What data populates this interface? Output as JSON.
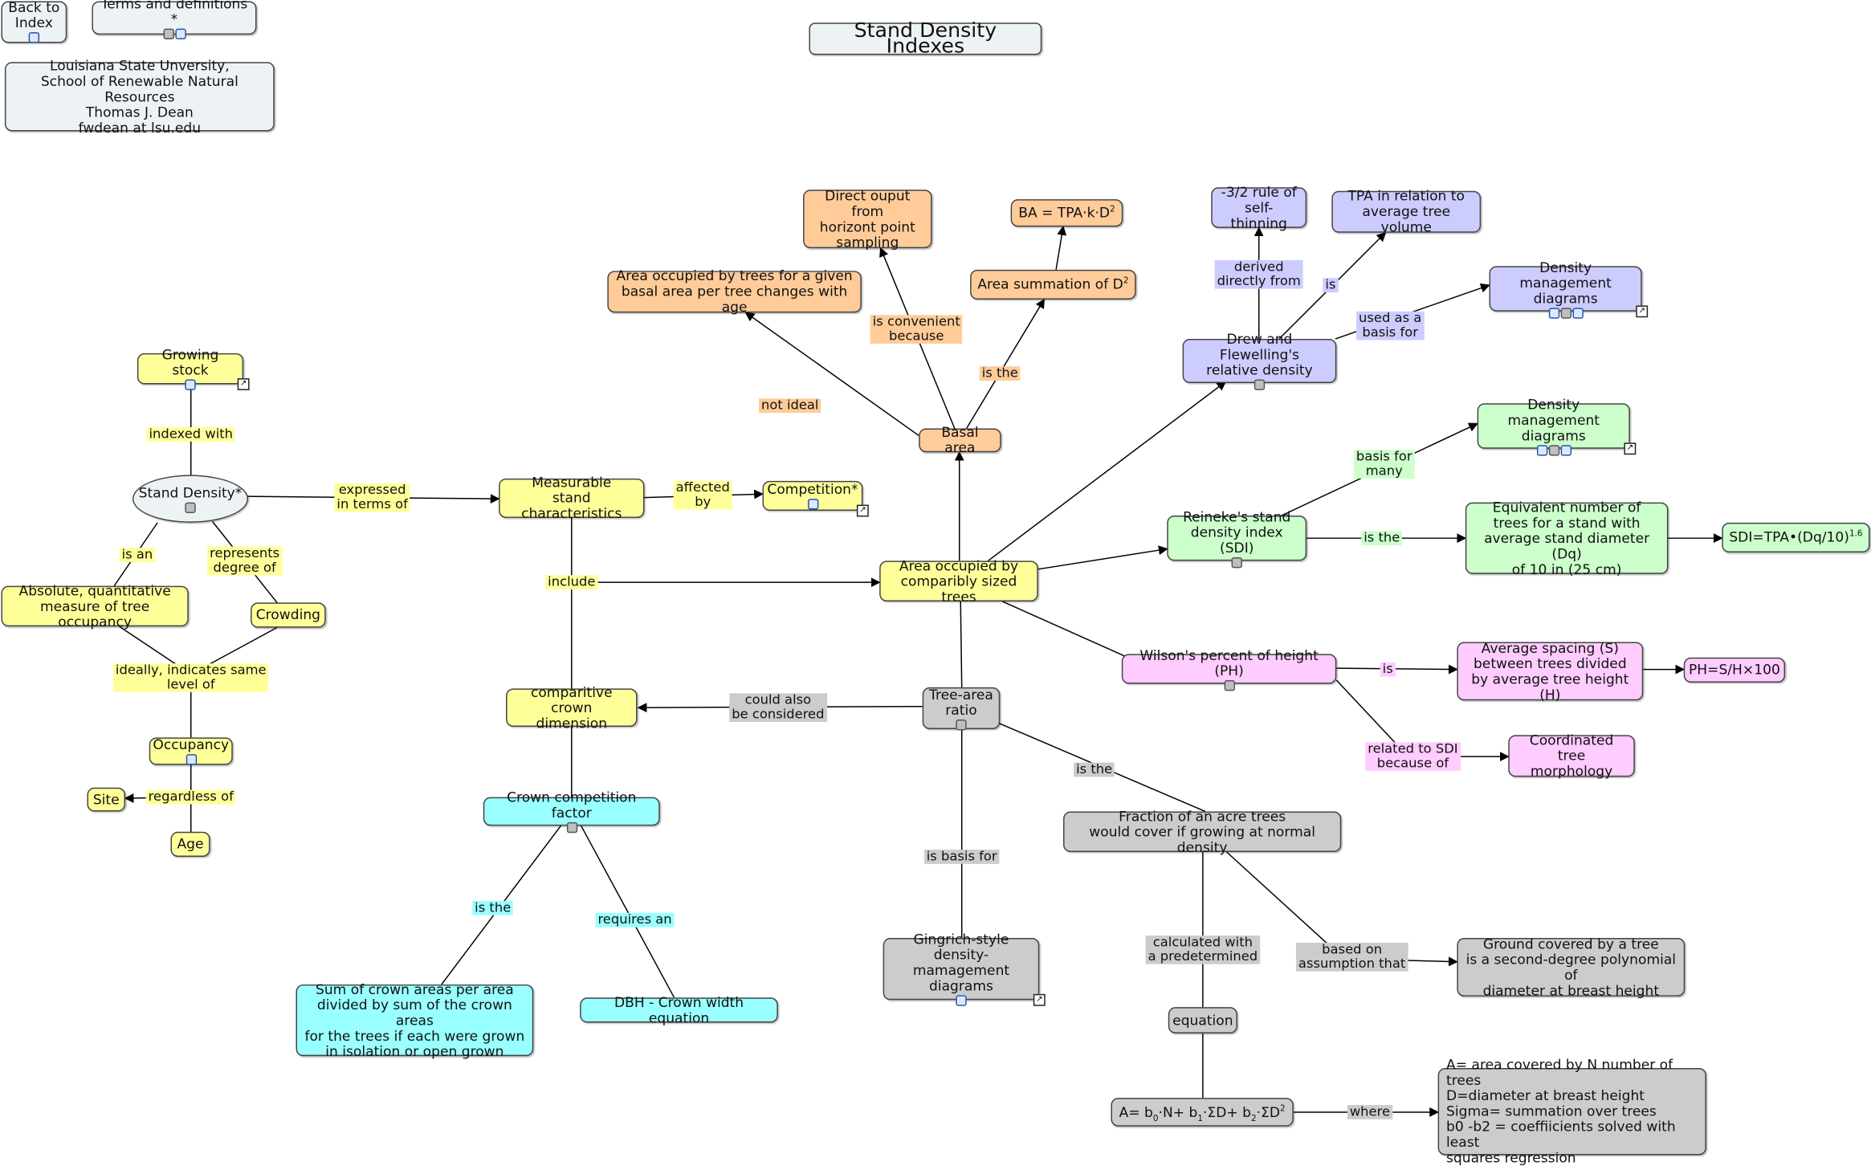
{
  "title": "Stand Density Indexes",
  "header": {
    "back": "Back to\nIndex",
    "terms": "Terms and definitions *",
    "author": "Louisiana State Unversity,\nSchool of Renewable Natural Resources\nThomas J. Dean\nfwdean at lsu.edu"
  },
  "nodes": {
    "growing_stock": "Growing stock",
    "stand_density": "Stand Density*",
    "absolute_measure": "Absolute, quantitative\nmeasure of tree occupancy",
    "crowding": "Crowding",
    "occupancy": "Occupancy",
    "site": "Site",
    "age": "Age",
    "measurable": "Measurable\nstand characteristics",
    "competition": "Competition*",
    "comparitive_crown": "comparitive crown\ndimension",
    "ccf": "Crown competition factor",
    "ccf_def": "Sum of crown areas per area\ndivided by sum of the crown areas\nfor the trees if each were grown\nin isolation or open grown",
    "dbh_crown": "DBH - Crown width equation",
    "area_by_trees": "Area occupied by trees for a given\nbasal area per tree changes with age",
    "direct_output": "Direct ouput from\nhorizont point\nsampling",
    "ba_formula": "BA = TPA·k·D",
    "area_summation": "Area summation of  D",
    "basal_area": "Basal area",
    "area_occupied": "Area occupied by\ncomparibly sized trees",
    "tree_area_ratio": "Tree-area\nratio",
    "gingrich": "Gingrich-style\ndensity-mamagement\ndiagrams",
    "fraction_acre": "Fraction of an acre trees\nwould cover if growing at normal density",
    "equation": "equation",
    "a_formula": "A= b0·N+ b1·ΣD+ b2·ΣD",
    "where_def": "A= area covered by N number of trees\nD=diameter at breast height\nSigma= summation over trees\nb0 -b2 = coeffiicients solved with least\nsquares regression",
    "ground_covered": "Ground covered by a tree\nis a second-degree polynomial of\ndiameter at breast height",
    "self_thinning": "-3/2 rule of\nself-thinning",
    "tpa_volume": "TPA in relation to\naverage tree volume",
    "density_mgmt_blue": "Density management\ndiagrams",
    "drew": "Drew and Flewelling's\nrelative density",
    "density_mgmt_green": "Density management\ndiagrams",
    "reineke": "Reineke's stand\ndensity index (SDI)",
    "equivalent": "Equivalent number of\ntrees for a stand with\naverage stand diameter (Dq)\nof 10 in (25 cm)",
    "sdi_formula": "SDI=TPA•(Dq/10)",
    "wilson": "Wilson's percent of height (PH)",
    "avg_spacing": "Average spacing (S)\nbetween trees divided\nby average tree height (H)",
    "ph_formula": "PH=S/H×100",
    "coordinated": "Coordinated tree\nmorphology"
  },
  "formula_parts": {
    "ba_exp": "2",
    "area_sum_exp": "2",
    "sdi_exp": "1.6",
    "a_b0": "A= b",
    "a_sub0": "0",
    "a_b1": "·N+ b",
    "a_sub1": "1",
    "a_b2": "·ΣD+ b",
    "a_sub2": "2",
    "a_tail": "·ΣD",
    "a_exp": "2"
  },
  "links": {
    "indexed_with": "indexed with",
    "expressed": "expressed\nin terms of",
    "is_an": "is an",
    "represents": "represents\ndegree of",
    "ideally": "ideally, indicates same\nlevel of",
    "regardless": "regardless of",
    "affected_by": "affected\nby",
    "include": "include",
    "not_ideal": "not ideal",
    "is_convenient": "is convenient\nbecause",
    "is_the_ba": "is the",
    "derived": "derived\ndirectly from",
    "is_drew": "is",
    "used_as_basis": "used as a\nbasis for",
    "basis_for_many": "basis for\nmany",
    "is_the_sdi": "is the",
    "is_wilson": "is",
    "related_sdi": "related to SDI\nbecause of",
    "could_also": "could also\nbe considered",
    "is_the_tar": "is the",
    "is_basis_for": "is basis for",
    "calculated_with": "calculated with\na predetermined",
    "based_on": "based on\nassumption that",
    "where": "where",
    "is_the_ccf": "is the",
    "requires_an": "requires an"
  },
  "colors": {
    "yellow": "#ffff99",
    "orange": "#ffcc99",
    "blue": "#ccccff",
    "green": "#ccffcc",
    "pink": "#ffccff",
    "gray": "#cccccc",
    "cyan": "#99ffff",
    "white": "#edf3f5"
  },
  "icon_names": [
    "document-icon",
    "concept-map-icon",
    "external-link-icon"
  ]
}
